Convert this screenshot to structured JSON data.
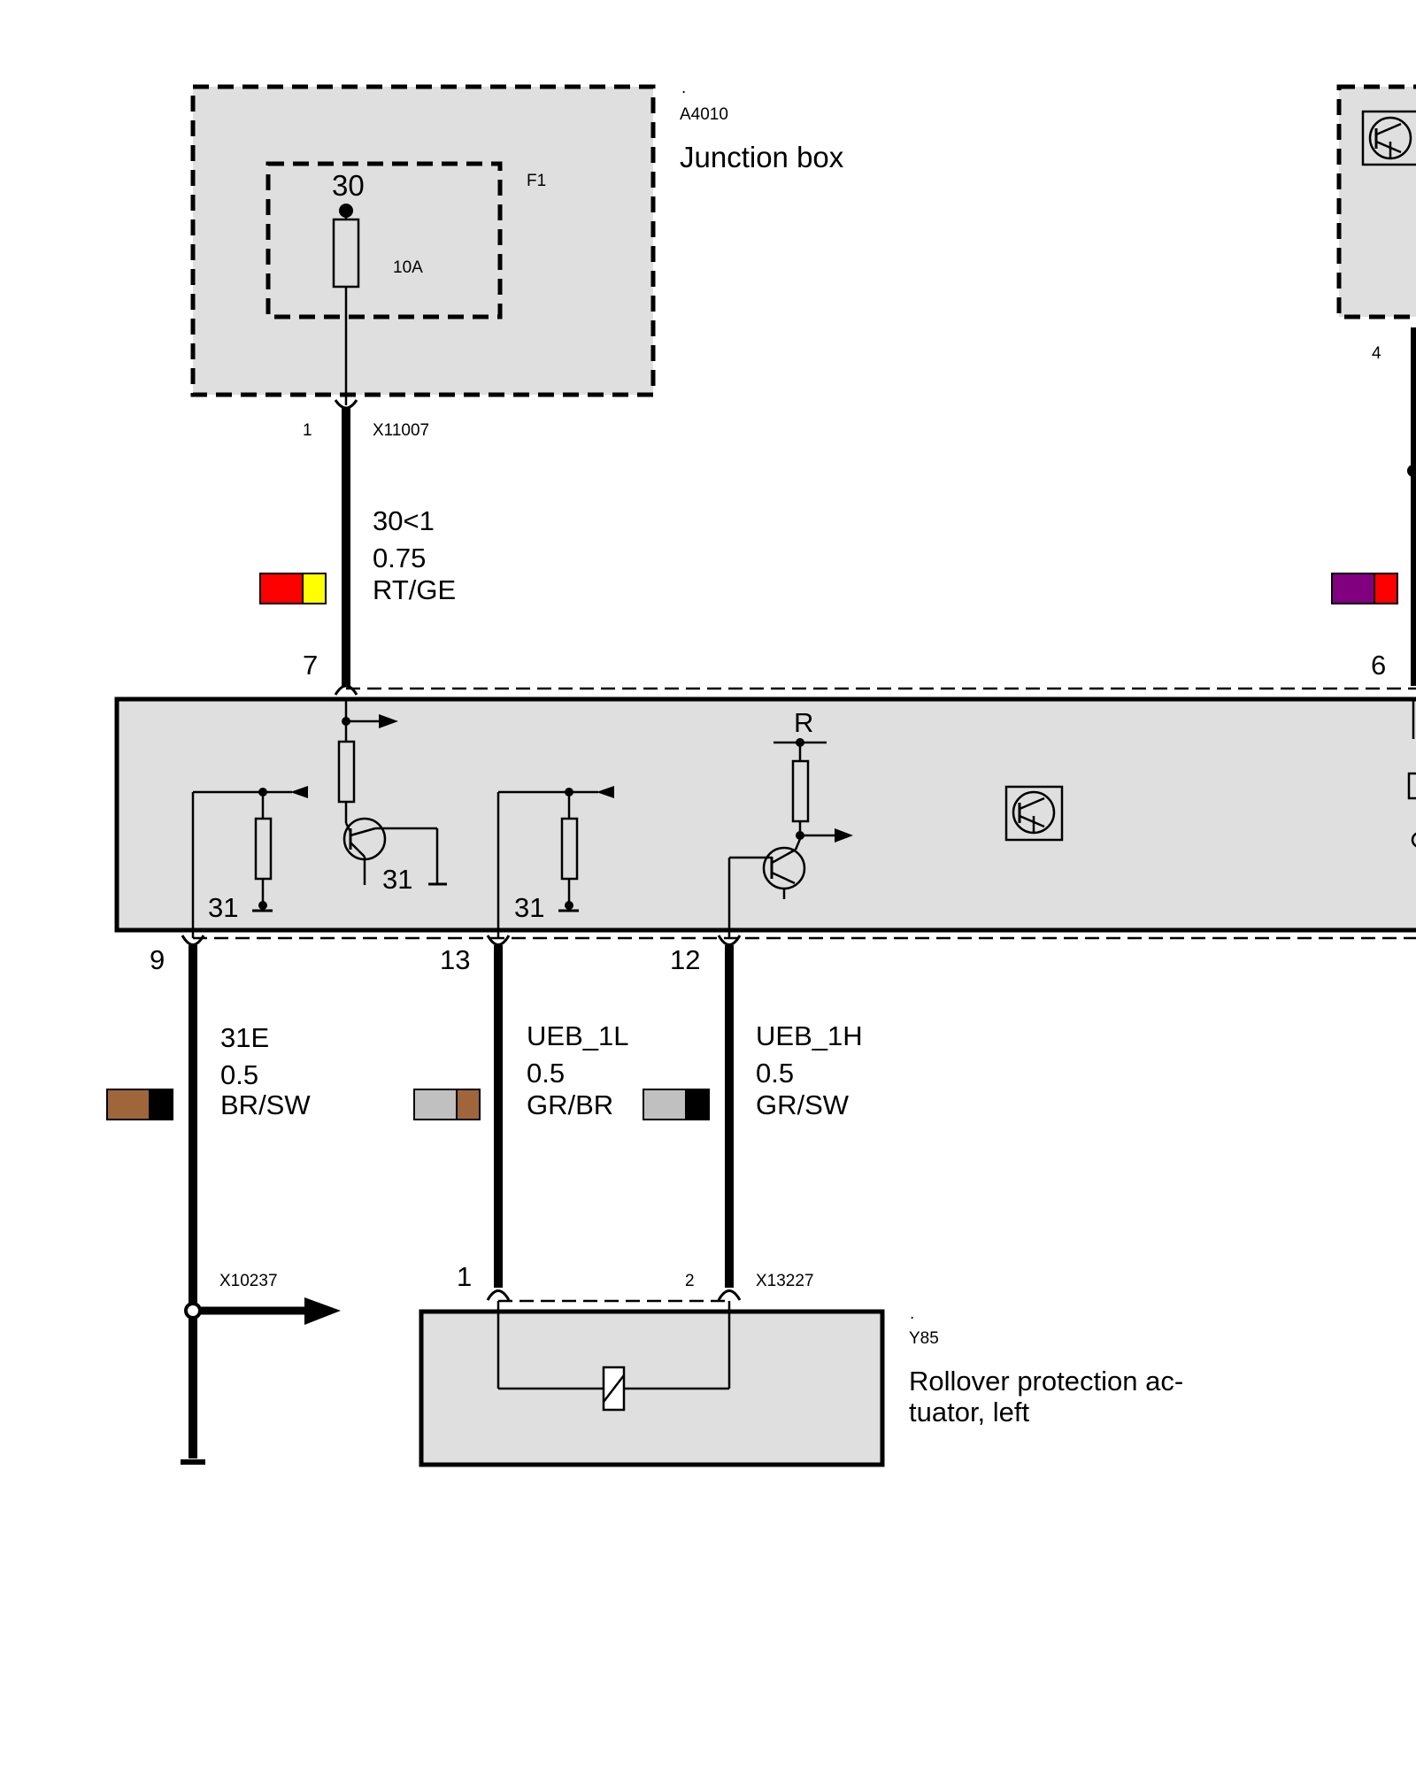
{
  "junction_box": {
    "dot": ".",
    "id": "A4010",
    "name": "Junction box",
    "fuse_id": "F1",
    "fuse_terminal": "30",
    "fuse_rating": "10A",
    "pin": "1",
    "connector": "X11007"
  },
  "wire_power": {
    "circuit": "30<1",
    "size": "0.75",
    "color_code": "RT/GE",
    "colors": [
      "#ff0000",
      "#ffff00"
    ]
  },
  "wire_right": {
    "colors": [
      "#800080",
      "#ff0000"
    ]
  },
  "right_module": {
    "pin": "4"
  },
  "control_unit": {
    "pin_power": "7",
    "pin_right": "6",
    "ground_label_1": "31",
    "ground_label_2": "31",
    "ground_label_3": "31",
    "ref_label": "R",
    "pin_ground": "9",
    "pin_ueb_l": "13",
    "pin_ueb_h": "12"
  },
  "wire_ground": {
    "circuit": "31E",
    "size": "0.5",
    "color_code": "BR/SW",
    "colors": [
      "#a0663b",
      "#000000"
    ]
  },
  "wire_ueb_l": {
    "circuit": "UEB_1L",
    "size": "0.5",
    "color_code": "GR/BR",
    "colors": [
      "#c0c0c0",
      "#a0663b"
    ]
  },
  "wire_ueb_h": {
    "circuit": "UEB_1H",
    "size": "0.5",
    "color_code": "GR/SW",
    "colors": [
      "#c0c0c0",
      "#000000"
    ]
  },
  "ground_connector": {
    "id": "X10237"
  },
  "actuator": {
    "dot": ".",
    "id": "Y85",
    "name_line1": "Rollover protection ac-",
    "name_line2": "tuator, left",
    "pin1": "1",
    "pin2": "2",
    "connector": "X13227"
  },
  "palette": {
    "box_fill": "#dfdfdf",
    "line": "#000000"
  }
}
